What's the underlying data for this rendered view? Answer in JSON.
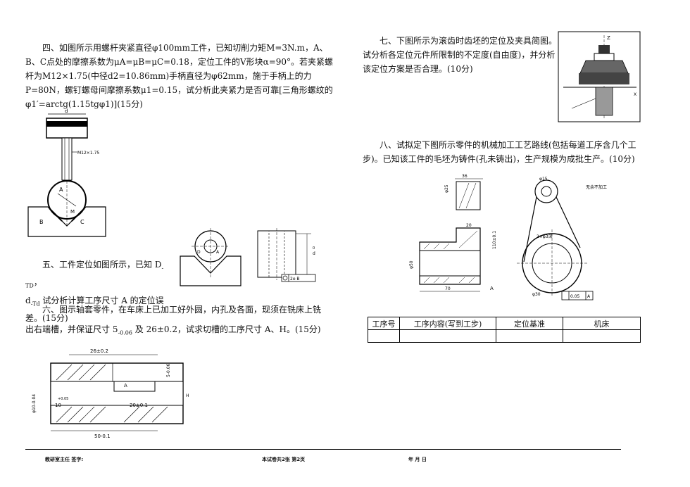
{
  "q4": {
    "text": "四、如图所示用螺杆夹紧直径φ100mm工件，已知切削力矩M=3N.m，A、B、C点处的摩擦系数为μA=μB=μC=0.18，定位工件的V形块α=90°。若夹紧螺杆为M12×1.75(中径d2=10.86mm)手柄直径为φ62mm，施于手柄上的力P=80N，螺钉螺母间摩擦系数μ1=0.15，试分析此夹紧力是否可靠[三角形螺纹的φ1′=arctg(1.15tgφ1)](15分)",
    "fig_d": "d",
    "fig_thread": "M12×1.75",
    "fig_A": "A",
    "fig_B": "B",
    "fig_C": "C",
    "fig_M": "M"
  },
  "q5": {
    "line1": "五、工件定位如图所示，已知 D",
    "line1b": "-TD",
    "line1c": "，",
    "line2a": "d",
    "line2b": "-Td",
    "line2c": " 试分析计算工序尺寸 A 的定位误",
    "line3": "差。(15分)",
    "fig_D": "D",
    "fig_A": "A",
    "fig_d": "d",
    "fig_tol": "2e B",
    "fig_sup": "0"
  },
  "q6": {
    "line1": "六、图示轴套零件，在车床上已加工好外圆，内孔及各面，现须在铣床上铣",
    "line2a": "出右端槽，并保证尺寸 5",
    "line2b": "-0.06",
    "line2c": " 及 26±0.2，试求切槽的工序尺寸 A、H。(15分)",
    "fig_top": "26±0.2",
    "fig_A": "A",
    "fig_5": "5-0.06",
    "fig_phi": "φ10-0.04",
    "fig_10": "10",
    "fig_10tol": "+0.05",
    "fig_20": "20±0.1",
    "fig_H": "H",
    "fig_50": "50-0.1"
  },
  "q7": {
    "text": "七、下图所示为滚齿时齿坯的定位及夹具简图。试分析各定位元件所限制的不定度(自由度)，并分析该定位方案是否合理。(10分)",
    "fig_z": "Z",
    "fig_x": "X"
  },
  "q8": {
    "text": "八、试拟定下图所示零件的机械加工工艺路线(包括每道工序含几个工步)。已知该工件的毛坯为铸件(孔未铸出)，生产规模为成批生产。(10分)",
    "fig_36": "36",
    "fig_20": "20",
    "fig_phi25": "φ25",
    "fig_phi50": "φ50",
    "fig_110": "110±0.1",
    "fig_70": "70",
    "fig_A": "A",
    "fig_phi15": "φ15",
    "fig_note": "无余不加工",
    "fig_hole": "2×φ3深",
    "fig_tol": "0.05",
    "fig_tolA": "A",
    "fig_phi30": "φ30",
    "table_headers": [
      "工序号",
      "工序内容(写到工步)",
      "定位基准",
      "机床"
    ]
  },
  "footer": {
    "left": "教研室主任    签字:",
    "center": "本试卷共2张    第2页",
    "right": "年   月   日"
  }
}
